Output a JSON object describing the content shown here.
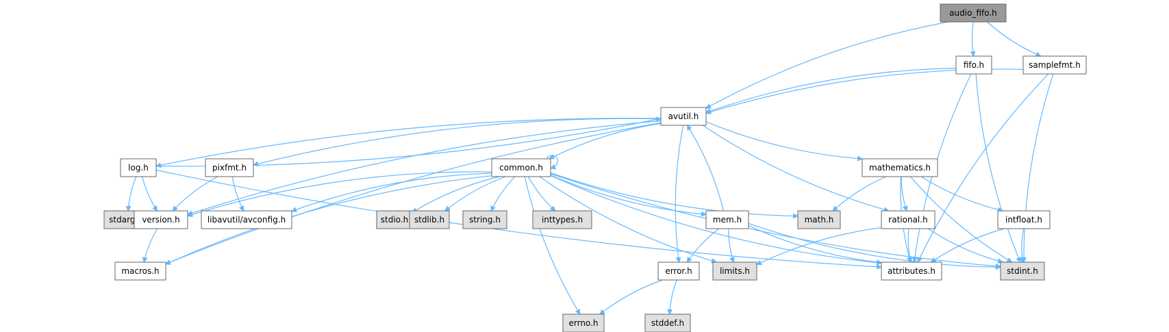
{
  "colors": {
    "edge": "#63b8ff",
    "root_fill": "#999999",
    "project_fill": "#ffffff",
    "system_fill": "#e0e0e0",
    "border": "#666666"
  },
  "nodes": [
    {
      "id": "audio_fifo",
      "label": "audio_fifo.h",
      "kind": "root"
    },
    {
      "id": "fifo",
      "label": "fifo.h",
      "kind": "project"
    },
    {
      "id": "samplefmt",
      "label": "samplefmt.h",
      "kind": "project"
    },
    {
      "id": "avutil",
      "label": "avutil.h",
      "kind": "project"
    },
    {
      "id": "log",
      "label": "log.h",
      "kind": "project"
    },
    {
      "id": "pixfmt",
      "label": "pixfmt.h",
      "kind": "project"
    },
    {
      "id": "common",
      "label": "common.h",
      "kind": "project"
    },
    {
      "id": "mathematics",
      "label": "mathematics.h",
      "kind": "project"
    },
    {
      "id": "stdarg",
      "label": "stdarg.h",
      "kind": "system"
    },
    {
      "id": "version",
      "label": "version.h",
      "kind": "project"
    },
    {
      "id": "avconfig",
      "label": "libavutil/avconfig.h",
      "kind": "project"
    },
    {
      "id": "stdio",
      "label": "stdio.h",
      "kind": "system"
    },
    {
      "id": "stdlib",
      "label": "stdlib.h",
      "kind": "system"
    },
    {
      "id": "string",
      "label": "string.h",
      "kind": "system"
    },
    {
      "id": "inttypes",
      "label": "inttypes.h",
      "kind": "system"
    },
    {
      "id": "mem",
      "label": "mem.h",
      "kind": "project"
    },
    {
      "id": "math",
      "label": "math.h",
      "kind": "system"
    },
    {
      "id": "rational",
      "label": "rational.h",
      "kind": "project"
    },
    {
      "id": "intfloat",
      "label": "intfloat.h",
      "kind": "project"
    },
    {
      "id": "macros",
      "label": "macros.h",
      "kind": "project"
    },
    {
      "id": "error",
      "label": "error.h",
      "kind": "project"
    },
    {
      "id": "limits",
      "label": "limits.h",
      "kind": "system"
    },
    {
      "id": "attributes",
      "label": "attributes.h",
      "kind": "project"
    },
    {
      "id": "stdint",
      "label": "stdint.h",
      "kind": "system"
    },
    {
      "id": "errno",
      "label": "errno.h",
      "kind": "system"
    },
    {
      "id": "stddef",
      "label": "stddef.h",
      "kind": "system"
    }
  ],
  "edges": [
    [
      "audio_fifo",
      "avutil"
    ],
    [
      "audio_fifo",
      "fifo"
    ],
    [
      "audio_fifo",
      "samplefmt"
    ],
    [
      "fifo",
      "avutil"
    ],
    [
      "fifo",
      "attributes"
    ],
    [
      "fifo",
      "stdint"
    ],
    [
      "samplefmt",
      "avutil"
    ],
    [
      "samplefmt",
      "attributes"
    ],
    [
      "samplefmt",
      "stdint"
    ],
    [
      "avutil",
      "log"
    ],
    [
      "avutil",
      "pixfmt"
    ],
    [
      "avutil",
      "common"
    ],
    [
      "avutil",
      "mathematics"
    ],
    [
      "avutil",
      "version"
    ],
    [
      "avutil",
      "macros"
    ],
    [
      "avutil",
      "error"
    ],
    [
      "avutil",
      "rational"
    ],
    [
      "log",
      "avutil"
    ],
    [
      "log",
      "stdarg"
    ],
    [
      "log",
      "version"
    ],
    [
      "log",
      "attributes"
    ],
    [
      "pixfmt",
      "version"
    ],
    [
      "pixfmt",
      "avconfig"
    ],
    [
      "common",
      "common"
    ],
    [
      "common",
      "version"
    ],
    [
      "common",
      "avconfig"
    ],
    [
      "common",
      "stdio"
    ],
    [
      "common",
      "stdlib"
    ],
    [
      "common",
      "string"
    ],
    [
      "common",
      "inttypes"
    ],
    [
      "common",
      "mem"
    ],
    [
      "common",
      "math"
    ],
    [
      "common",
      "macros"
    ],
    [
      "common",
      "errno"
    ],
    [
      "common",
      "limits"
    ],
    [
      "common",
      "attributes"
    ],
    [
      "common",
      "stdint"
    ],
    [
      "mem",
      "avutil"
    ],
    [
      "mem",
      "error"
    ],
    [
      "mem",
      "limits"
    ],
    [
      "mem",
      "attributes"
    ],
    [
      "mem",
      "stdint"
    ],
    [
      "mathematics",
      "math"
    ],
    [
      "mathematics",
      "rational"
    ],
    [
      "mathematics",
      "intfloat"
    ],
    [
      "mathematics",
      "attributes"
    ],
    [
      "mathematics",
      "stdint"
    ],
    [
      "rational",
      "limits"
    ],
    [
      "rational",
      "attributes"
    ],
    [
      "rational",
      "stdint"
    ],
    [
      "intfloat",
      "attributes"
    ],
    [
      "intfloat",
      "stdint"
    ],
    [
      "version",
      "macros"
    ],
    [
      "error",
      "errno"
    ],
    [
      "error",
      "stddef"
    ]
  ]
}
